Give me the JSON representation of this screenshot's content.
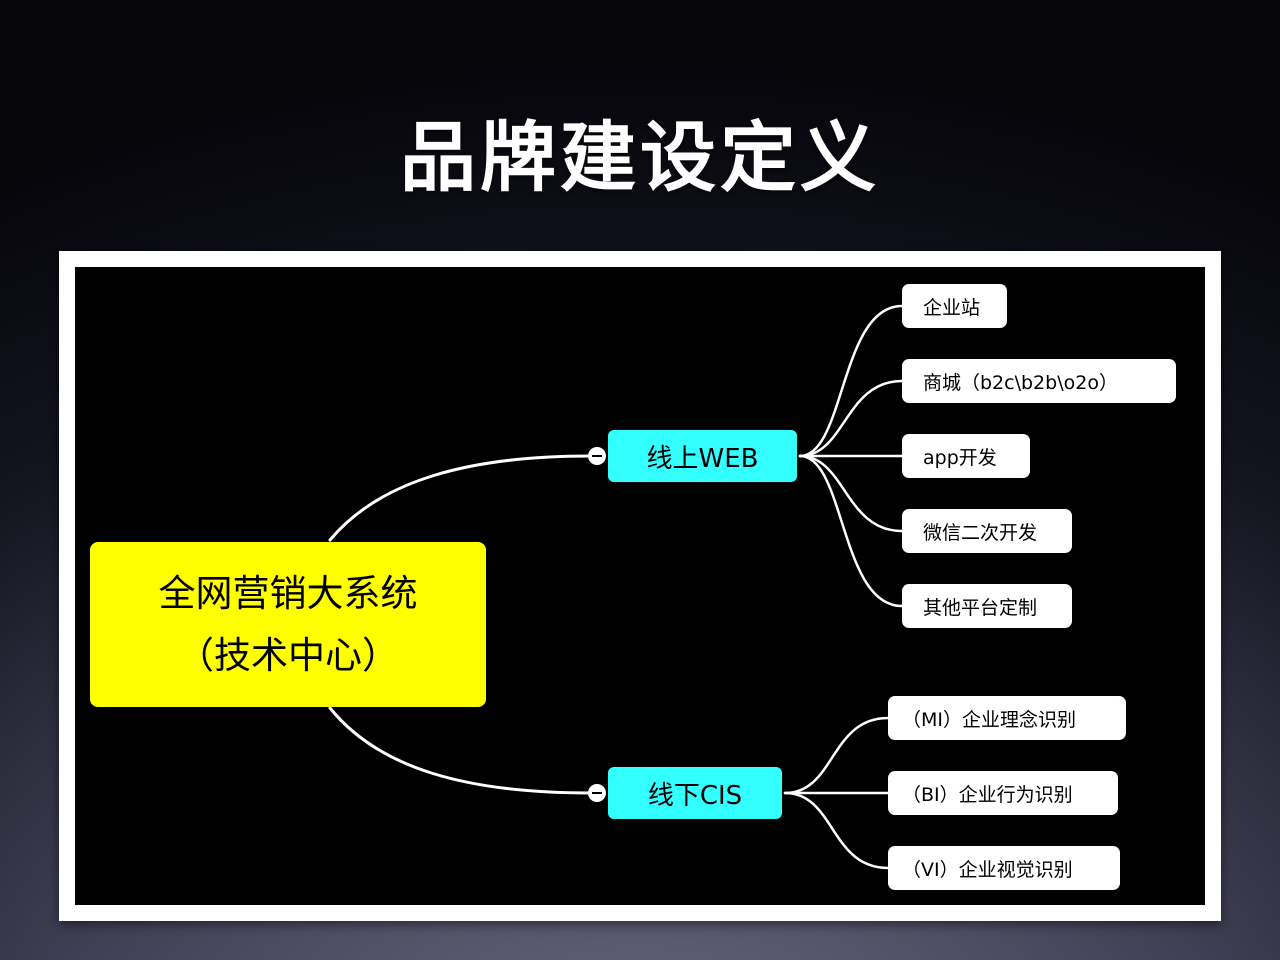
{
  "slide": {
    "title": "品牌建设定义"
  },
  "mindmap": {
    "central": {
      "line1": "全网营销大系统",
      "line2": "（技术中心）",
      "color": "#ffff00"
    },
    "branch_color": "#33ffff",
    "branches": [
      {
        "label": "线上WEB",
        "children": [
          "企业站",
          "商城（b2c\\b2b\\o2o）",
          "app开发",
          "微信二次开发",
          "其他平台定制"
        ]
      },
      {
        "label": "线下CIS",
        "children": [
          "（MI）企业理念识别",
          "（BI）企业行为识别",
          "（VI）企业视觉识别"
        ]
      }
    ]
  }
}
